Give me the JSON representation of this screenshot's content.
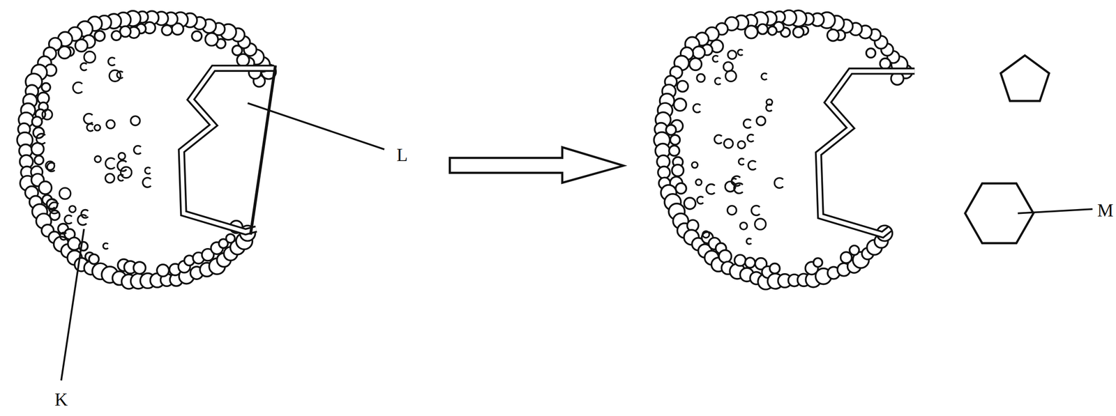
{
  "diagram": {
    "labels": [
      "L",
      "M",
      "K"
    ]
  }
}
